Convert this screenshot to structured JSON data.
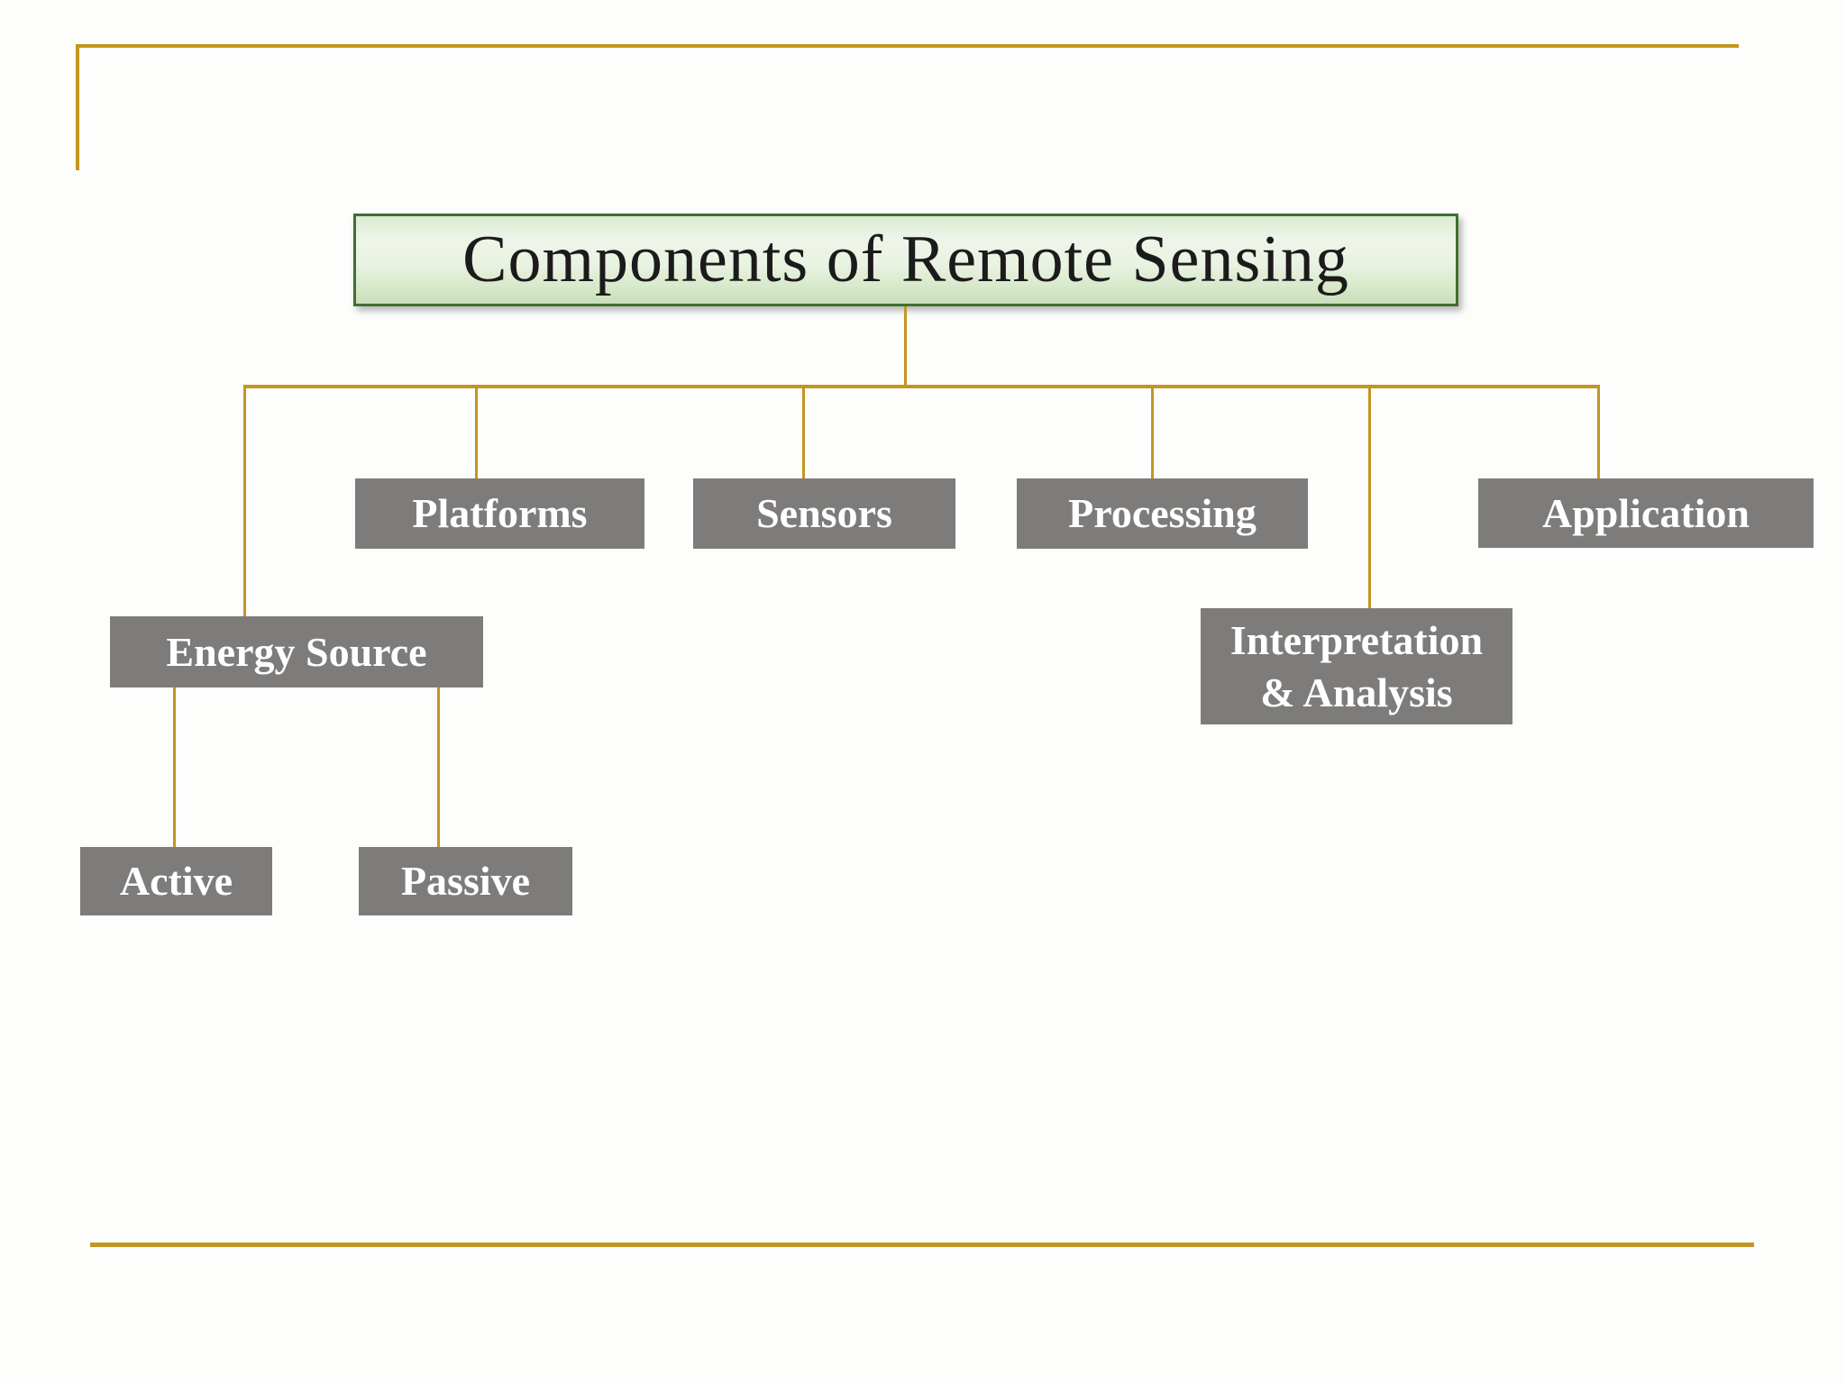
{
  "slide": {
    "title": "Components of Remote Sensing"
  },
  "nodes": {
    "root": "Components of Remote Sensing",
    "platforms": "Platforms",
    "sensors": "Sensors",
    "processing": "Processing",
    "application": "Application",
    "energy_source": "Energy Source",
    "interpretation_line1": "Interpretation",
    "interpretation_line2": "& Analysis",
    "active": "Active",
    "passive": "Passive"
  },
  "hierarchy": {
    "root": "Components of Remote Sensing",
    "children": [
      {
        "label": "Energy Source",
        "children": [
          "Active",
          "Passive"
        ]
      },
      {
        "label": "Platforms"
      },
      {
        "label": "Sensors"
      },
      {
        "label": "Processing"
      },
      {
        "label": "Interpretation & Analysis"
      },
      {
        "label": "Application"
      }
    ]
  },
  "colors": {
    "accent_gold": "#c49620",
    "node_gray": "#7e7c7a",
    "node_text": "#ffffff",
    "title_border_green": "#3e7030",
    "title_fill_light": "#eef5e9",
    "title_fill_dark": "#c8dfba",
    "background": "#fdfdfc"
  }
}
